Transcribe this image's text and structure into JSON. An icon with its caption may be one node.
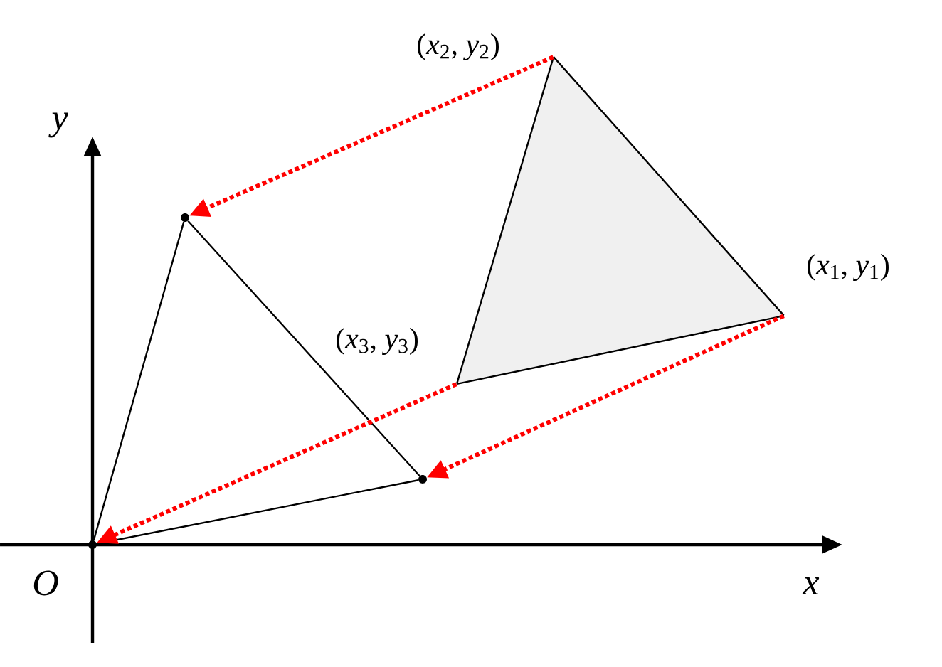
{
  "diagram": {
    "nodes": [
      {
        "text": [
          "(*x*$_{2}$, *y*$_{2}$)"
        ]
      },
      {
        "text": [
          "(*x*$_{1}$, *y*$_{1}$)"
        ]
      },
      {
        "text": [
          "(*x*$_{3}$, *y*$_{3}$)"
        ]
      },
      {
        "text": [],
        "shape": "point"
      },
      {
        "text": [],
        "shape": "point"
      },
      {
        "text": [],
        "shape": "point"
      }
    ],
    "edges": [
      {
        "from": 0,
        "to": 1,
        "arrow": "none"
      },
      {
        "from": 1,
        "to": 2,
        "arrow": "none"
      },
      {
        "from": 2,
        "to": 0,
        "arrow": "none"
      },
      {
        "from": 5,
        "to": 3,
        "arrow": "none"
      },
      {
        "from": 3,
        "to": 4,
        "arrow": "none"
      },
      {
        "from": 4,
        "to": 5,
        "arrow": "none"
      },
      {
        "from": 0,
        "to": 3,
        "arrow": "to",
        "style": "dashed",
        "color": "#ff0000"
      },
      {
        "from": 1,
        "to": 4,
        "arrow": "to",
        "style": "dashed",
        "color": "#ff0000"
      },
      {
        "from": 2,
        "to": 5,
        "arrow": "to",
        "style": "dashed",
        "color": "#ff0000"
      }
    ],
    "labels": [
      "*y*",
      "*O*",
      "*x*"
    ]
  }
}
